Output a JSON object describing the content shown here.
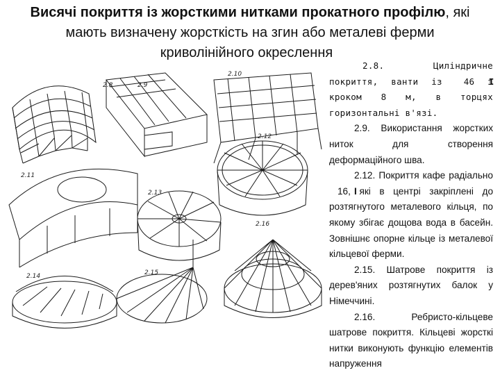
{
  "title": {
    "line1_bold": "Висячі покриття із жорсткими нитками прокатного профілю",
    "line1_tail": ", які",
    "line2": "мають визначену жорсткість на згин або металеві ферми",
    "line3": "криволінійного окреслення"
  },
  "figure_labels": [
    "2.8",
    "2.9",
    "2.10",
    "2.11",
    "2.12",
    "2.13",
    "2.14",
    "2.15",
    "2.16"
  ],
  "descriptions": {
    "d28_a": "2.8. Циліндричне покриття, ванти із ",
    "d28_profile": "I",
    "d28_b": "46 з кроком 8 м, в торцях горизонтальні в'язі.",
    "d29": "2.9. Використання жорстких ниток для створення деформаційного шва.",
    "d212_a": "2.12. Покриття кафе радіально ",
    "d212_profile": "I",
    "d212_b": "16, які в центрі закріплені до розтягнутого металевого кільця, по якому збігає дощова вода в басейн. Зовнішнє опорне кільце із металевої кільцевої ферми.",
    "d215": "2.15. Шатрове покриття із дерев'яних розтягнутих балок у Німеччині.",
    "d216": "2.16. Ребристо-кільцеве шатрове покриття. Кільцеві жорсткі нитки виконують функцію елементів напруження"
  }
}
